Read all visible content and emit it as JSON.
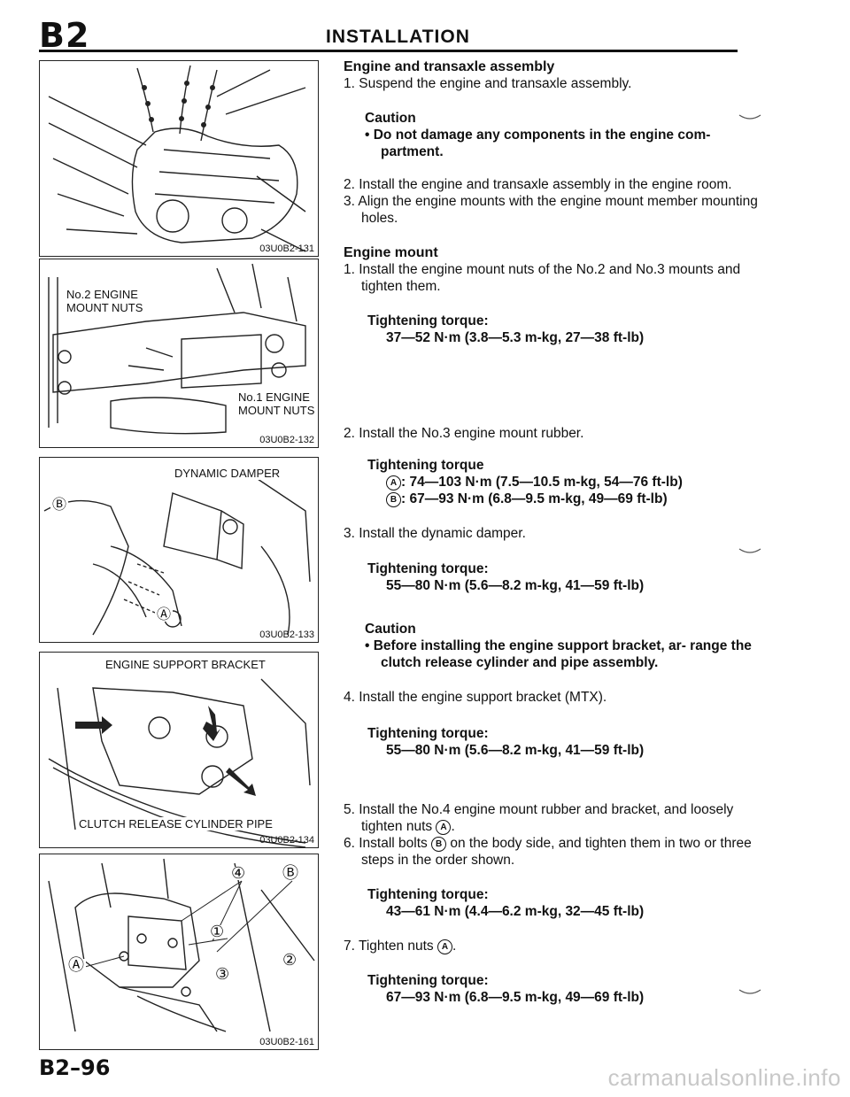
{
  "header": {
    "section_code": "B2",
    "title": "INSTALLATION"
  },
  "figures": [
    {
      "code": "03U0B2-131",
      "labels": []
    },
    {
      "code": "03U0B2-132",
      "labels": [
        "No.2 ENGINE MOUNT NUTS",
        "No.1 ENGINE MOUNT NUTS"
      ]
    },
    {
      "code": "03U0B2-133",
      "labels": [
        "DYNAMIC DAMPER",
        "Ⓑ",
        "Ⓐ"
      ]
    },
    {
      "code": "03U0B2-134",
      "labels": [
        "ENGINE SUPPORT BRACKET",
        "CLUTCH RELEASE CYLINDER PIPE"
      ]
    },
    {
      "code": "03U0B2-161",
      "labels": [
        "④",
        "Ⓑ",
        "①",
        "Ⓐ",
        "③",
        "②"
      ]
    }
  ],
  "content": {
    "engine_transaxle": {
      "heading": "Engine and transaxle assembly",
      "step1": "1. Suspend the engine and transaxle assembly.",
      "caution_heading": "Caution",
      "caution_text": "Do not damage any components in the engine com- partment.",
      "step2": "2. Install the engine and transaxle assembly in the engine room.",
      "step3": "3. Align the engine mounts with the engine mount member mounting holes."
    },
    "engine_mount": {
      "heading": "Engine mount",
      "step1": "1. Install the engine mount nuts of the No.2 and No.3 mounts and tighten them.",
      "torque1_heading": "Tightening torque:",
      "torque1_value": "37—52 N·m (3.8—5.3 m-kg, 27—38 ft-lb)",
      "step2": "2. Install the No.3 engine mount rubber.",
      "torque2_heading": "Tightening torque",
      "torque2_a": ": 74—103 N·m (7.5—10.5 m-kg, 54—76 ft-lb)",
      "torque2_b": ": 67—93 N·m (6.8—9.5 m-kg, 49—69 ft-lb)",
      "step3": "3. Install the dynamic damper.",
      "torque3_heading": "Tightening torque:",
      "torque3_value": "55—80 N·m (5.6—8.2 m-kg, 41—59 ft-lb)",
      "caution2_heading": "Caution",
      "caution2_text": "Before installing the engine support bracket, ar- range the clutch release cylinder and pipe assembly.",
      "step4": "4. Install the engine support bracket (MTX).",
      "torque4_heading": "Tightening torque:",
      "torque4_value": "55—80 N·m (5.6—8.2 m-kg, 41—59 ft-lb)",
      "step5_pre": "5. Install the No.4 engine mount rubber and bracket, and loosely tighten nuts ",
      "step5_post": ".",
      "step6_pre": "6. Install bolts ",
      "step6_post": " on the body side, and tighten them in two or three steps in the order shown.",
      "torque6_heading": "Tightening torque:",
      "torque6_value": "43—61 N·m (4.4—6.2 m-kg, 32—45 ft-lb)",
      "step7_pre": "7. Tighten nuts ",
      "step7_post": ".",
      "torque7_heading": "Tightening torque:",
      "torque7_value": "67—93 N·m (6.8—9.5 m-kg, 49—69 ft-lb)",
      "mark_a": "A",
      "mark_b": "B"
    }
  },
  "footer": {
    "page": "B2–96"
  },
  "watermark": "carmanualsonline.info"
}
